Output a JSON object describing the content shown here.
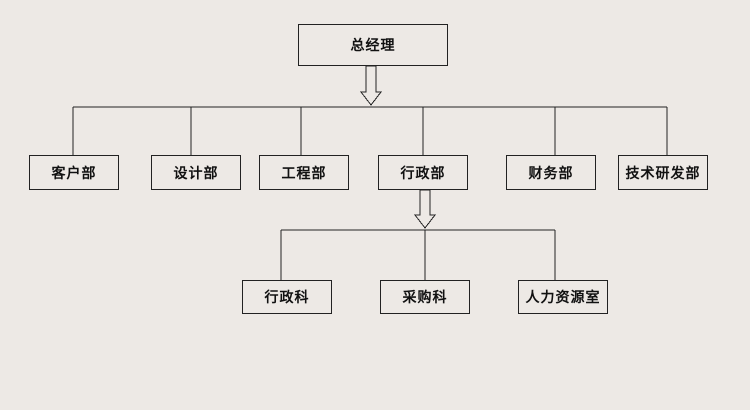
{
  "chart": {
    "root": {
      "label": "总经理"
    },
    "departments": [
      {
        "label": "客户部"
      },
      {
        "label": "设计部"
      },
      {
        "label": "工程部"
      },
      {
        "label": "行政部"
      },
      {
        "label": "财务部"
      },
      {
        "label": "技术研发部"
      }
    ],
    "admin_sections": [
      {
        "label": "行政科"
      },
      {
        "label": "采购科"
      },
      {
        "label": "人力资源室"
      }
    ]
  },
  "colors": {
    "background": "#ede9e5",
    "line": "#222222",
    "text": "#111111"
  }
}
